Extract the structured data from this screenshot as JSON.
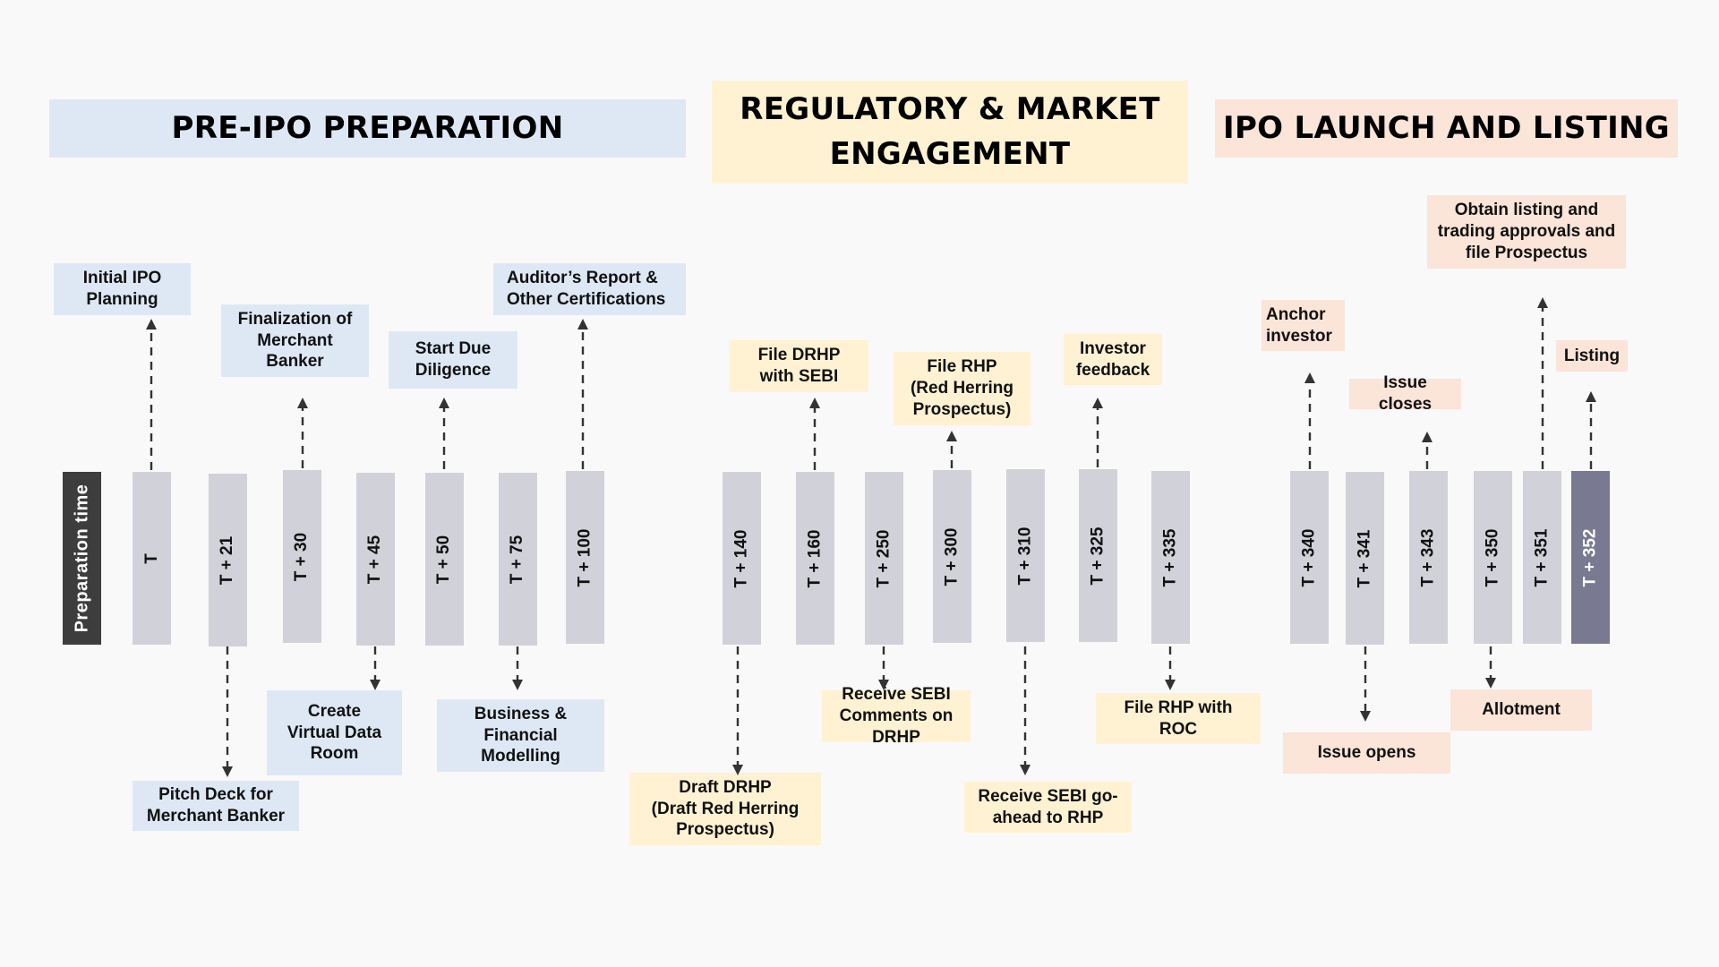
{
  "phases": {
    "pre_ipo": {
      "title": "PRE-IPO PREPARATION",
      "color": "#dee8f5"
    },
    "regulatory": {
      "title": "REGULATORY & MARKET\nENGAGEMENT",
      "color": "#fff2d3"
    },
    "launch": {
      "title": "IPO LAUNCH AND LISTING",
      "color": "#fbe4d8"
    }
  },
  "axis_label": "Preparation time",
  "milestones": [
    {
      "label": "T",
      "phase": "pre_ipo",
      "event": "Initial IPO Planning",
      "direction": "up"
    },
    {
      "label": "T + 21",
      "phase": "pre_ipo",
      "event": "Pitch Deck for Merchant Banker",
      "direction": "down"
    },
    {
      "label": "T + 30",
      "phase": "pre_ipo",
      "event": "Finalization of Merchant Banker",
      "direction": "up"
    },
    {
      "label": "T + 45",
      "phase": "pre_ipo",
      "event": "Create Virtual Data Room",
      "direction": "down"
    },
    {
      "label": "T + 50",
      "phase": "pre_ipo",
      "event": "Start Due Diligence",
      "direction": "up"
    },
    {
      "label": "T + 75",
      "phase": "pre_ipo",
      "event": "Business & Financial Modelling",
      "direction": "down"
    },
    {
      "label": "T + 100",
      "phase": "pre_ipo",
      "event": "Auditor’s Report & Other Certifications",
      "direction": "up"
    },
    {
      "label": "T + 140",
      "phase": "regulatory",
      "event": "Draft DRHP (Draft Red Herring Prospectus)",
      "direction": "down"
    },
    {
      "label": "T + 160",
      "phase": "regulatory",
      "event": "File DRHP with SEBI",
      "direction": "up"
    },
    {
      "label": "T + 250",
      "phase": "regulatory",
      "event": "Receive SEBI Comments on DRHP",
      "direction": "down"
    },
    {
      "label": "T + 300",
      "phase": "regulatory",
      "event": "File RHP (Red Herring Prospectus)",
      "direction": "up"
    },
    {
      "label": "T + 310",
      "phase": "regulatory",
      "event": "Receive SEBI go-ahead to RHP",
      "direction": "down"
    },
    {
      "label": "T + 325",
      "phase": "regulatory",
      "event": "Investor feedback",
      "direction": "up"
    },
    {
      "label": "T + 335",
      "phase": "regulatory",
      "event": "File RHP with ROC",
      "direction": "down"
    },
    {
      "label": "T + 340",
      "phase": "launch",
      "event": "Anchor investor",
      "direction": "up"
    },
    {
      "label": "T + 341",
      "phase": "launch",
      "event": "Issue opens",
      "direction": "down"
    },
    {
      "label": "T + 343",
      "phase": "launch",
      "event": "Issue closes",
      "direction": "up"
    },
    {
      "label": "T + 350",
      "phase": "launch",
      "event": "Allotment",
      "direction": "down"
    },
    {
      "label": "T + 351",
      "phase": "launch",
      "event": "Obtain listing and trading approvals and file Prospectus",
      "direction": "up"
    },
    {
      "label": "T + 352",
      "phase": "launch",
      "event": "Listing",
      "direction": "up",
      "highlighted": true
    }
  ],
  "boxes": {
    "b0": "Initial IPO\nPlanning",
    "b1": "Pitch Deck for\nMerchant Banker",
    "b2": "Finalization of\nMerchant\nBanker",
    "b3": "Create\nVirtual Data\nRoom",
    "b4": "Start Due\nDiligence",
    "b5": "Business &\nFinancial\nModelling",
    "b6": "Auditor’s Report &\nOther Certifications",
    "b7": "Draft DRHP\n(Draft Red Herring\nProspectus)",
    "b8": "File DRHP\nwith SEBI",
    "b9": "Receive SEBI\nComments on DRHP",
    "b10": "File RHP\n(Red Herring\nProspectus)",
    "b11": "Receive SEBI go-\nahead to RHP",
    "b12": "Investor\nfeedback",
    "b13": "File RHP with\nROC",
    "b14": "Anchor\ninvestor",
    "b15": "Issue opens",
    "b16": "Issue closes",
    "b17": "Allotment",
    "b18": "Obtain listing and\ntrading approvals and\nfile Prospectus",
    "b19": "Listing"
  },
  "colors": {
    "bar": "#d1d2d9",
    "axis_bar": "#3d3d3d",
    "final_bar": "#797a92",
    "arrow": "#333333",
    "background": "#f9f9f9"
  }
}
